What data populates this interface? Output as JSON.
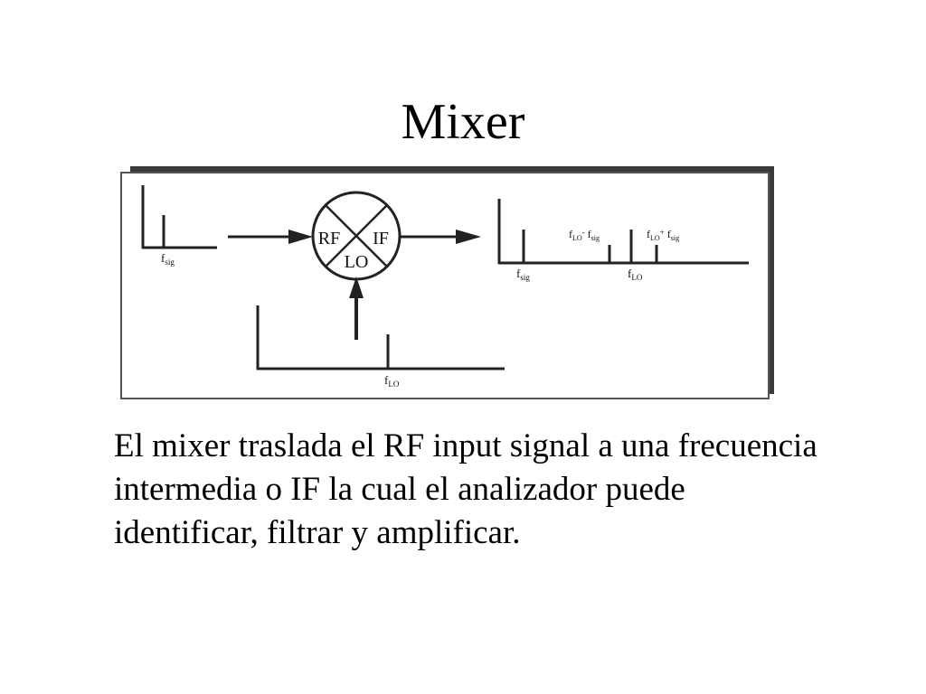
{
  "slide": {
    "title": "Mixer",
    "body": "El mixer traslada el RF input signal a una frecuencia intermedia o IF la cual el analizador puede identificar, filtrar y amplificar."
  },
  "diagram": {
    "mixer": {
      "rf_label": "RF",
      "if_label": "IF",
      "lo_label": "LO"
    },
    "input_spectrum": {
      "f_main": "f",
      "f_sub": "sig"
    },
    "lo_spectrum": {
      "f_main": "f",
      "f_sub": "LO"
    },
    "output_spectrum": {
      "fsig_main": "f",
      "fsig_sub": "sig",
      "flo_main": "f",
      "flo_sub": "LO",
      "diff": {
        "a_main": "f",
        "a_sub": "LO",
        "op": "-",
        "b_main": "f",
        "b_sub": "sig"
      },
      "sum": {
        "a_main": "f",
        "a_sub": "LO",
        "op": "+",
        "b_main": "f",
        "b_sub": "sig"
      }
    }
  }
}
